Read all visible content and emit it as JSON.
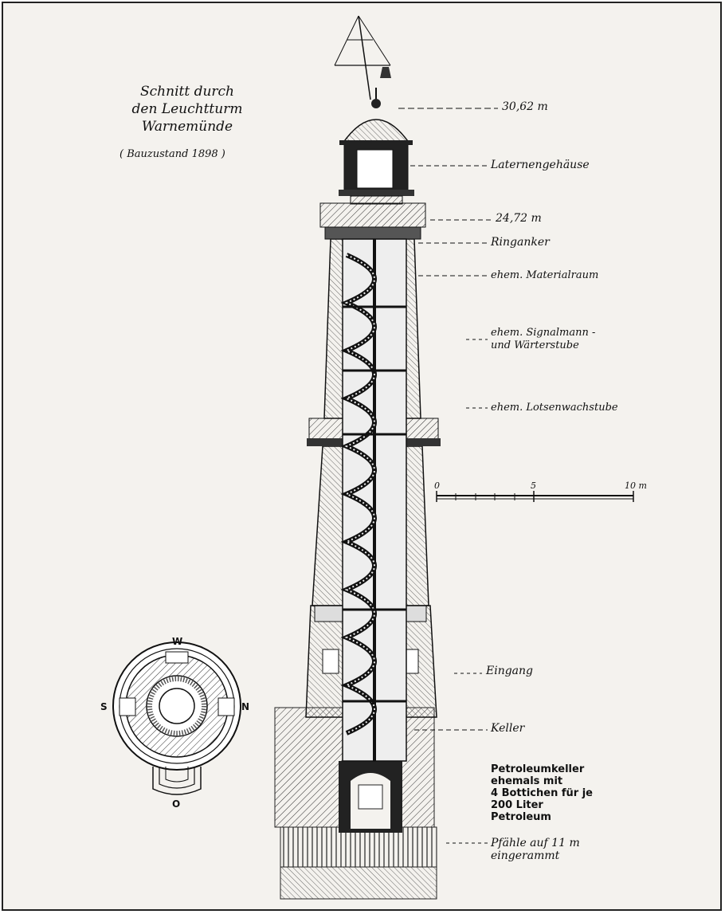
{
  "title_lines": [
    "Schnitt durch",
    "den Leuchtturm",
    "Warnemünde"
  ],
  "subtitle": "( Bauzustand 1898 )",
  "labels": {
    "height_top": "30,62 m",
    "lantern_housing": "Laternengehäuse",
    "height_gallery": "24,72 m",
    "ring_anchor": "Ringanker",
    "material_room": "ehem. Materialraum",
    "signal_room_line1": "ehem. Signalmann -",
    "signal_room_line2": "und Wärterstube",
    "pilot_room": "ehem. Lotsenwachstube",
    "entrance": "Eingang",
    "cellar": "Keller",
    "petroleum_line1": "Petroleumkeller",
    "petroleum_line2": "ehemals mit",
    "petroleum_line3": "4 Bottichen für je",
    "petroleum_line4": "200 Liter",
    "petroleum_line5": "Petroleum",
    "piles_line1": "Pfähle auf 11 m",
    "piles_line2": "eingerammt"
  },
  "scale_bar": {
    "tick_0": "0",
    "tick_5": "5",
    "tick_10": "10 m"
  },
  "compass": {
    "north": "N",
    "south": "S",
    "west": "W",
    "east": "O"
  }
}
